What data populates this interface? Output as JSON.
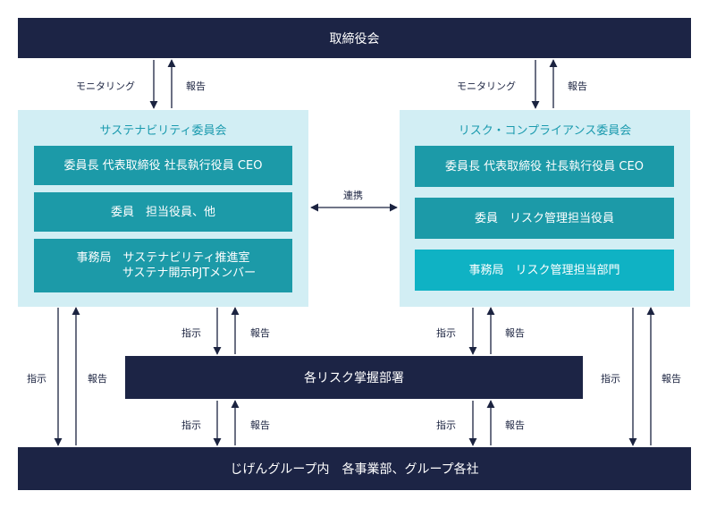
{
  "board": {
    "label": "取締役会"
  },
  "sustainability": {
    "title": "サステナビリティ委員会",
    "chair": "委員長 代表取締役 社長執行役員 CEO",
    "members": "委員　担当役員、他",
    "secretariat_line1": "事務局　サステナビリティ推進室",
    "secretariat_line2": "サステナ開示PJTメンバー"
  },
  "risk": {
    "title": "リスク・コンプライアンス委員会",
    "chair": "委員長 代表取締役 社長執行役員 CEO",
    "members": "委員　リスク管理担当役員",
    "secretariat": "事務局　リスク管理担当部門"
  },
  "dept": {
    "label": "各リスク掌握部署"
  },
  "group": {
    "label": "じげんグループ内　各事業部、グループ各社"
  },
  "labels": {
    "monitoring": "モニタリング",
    "report": "報告",
    "instruct": "指示",
    "liaison": "連携"
  },
  "colors": {
    "navy": "#1c2445",
    "panel": "#d2eef4",
    "teal_dark": "#1c9aa8",
    "teal_bright": "#0fb2c4",
    "title_teal": "#1a9aae"
  }
}
